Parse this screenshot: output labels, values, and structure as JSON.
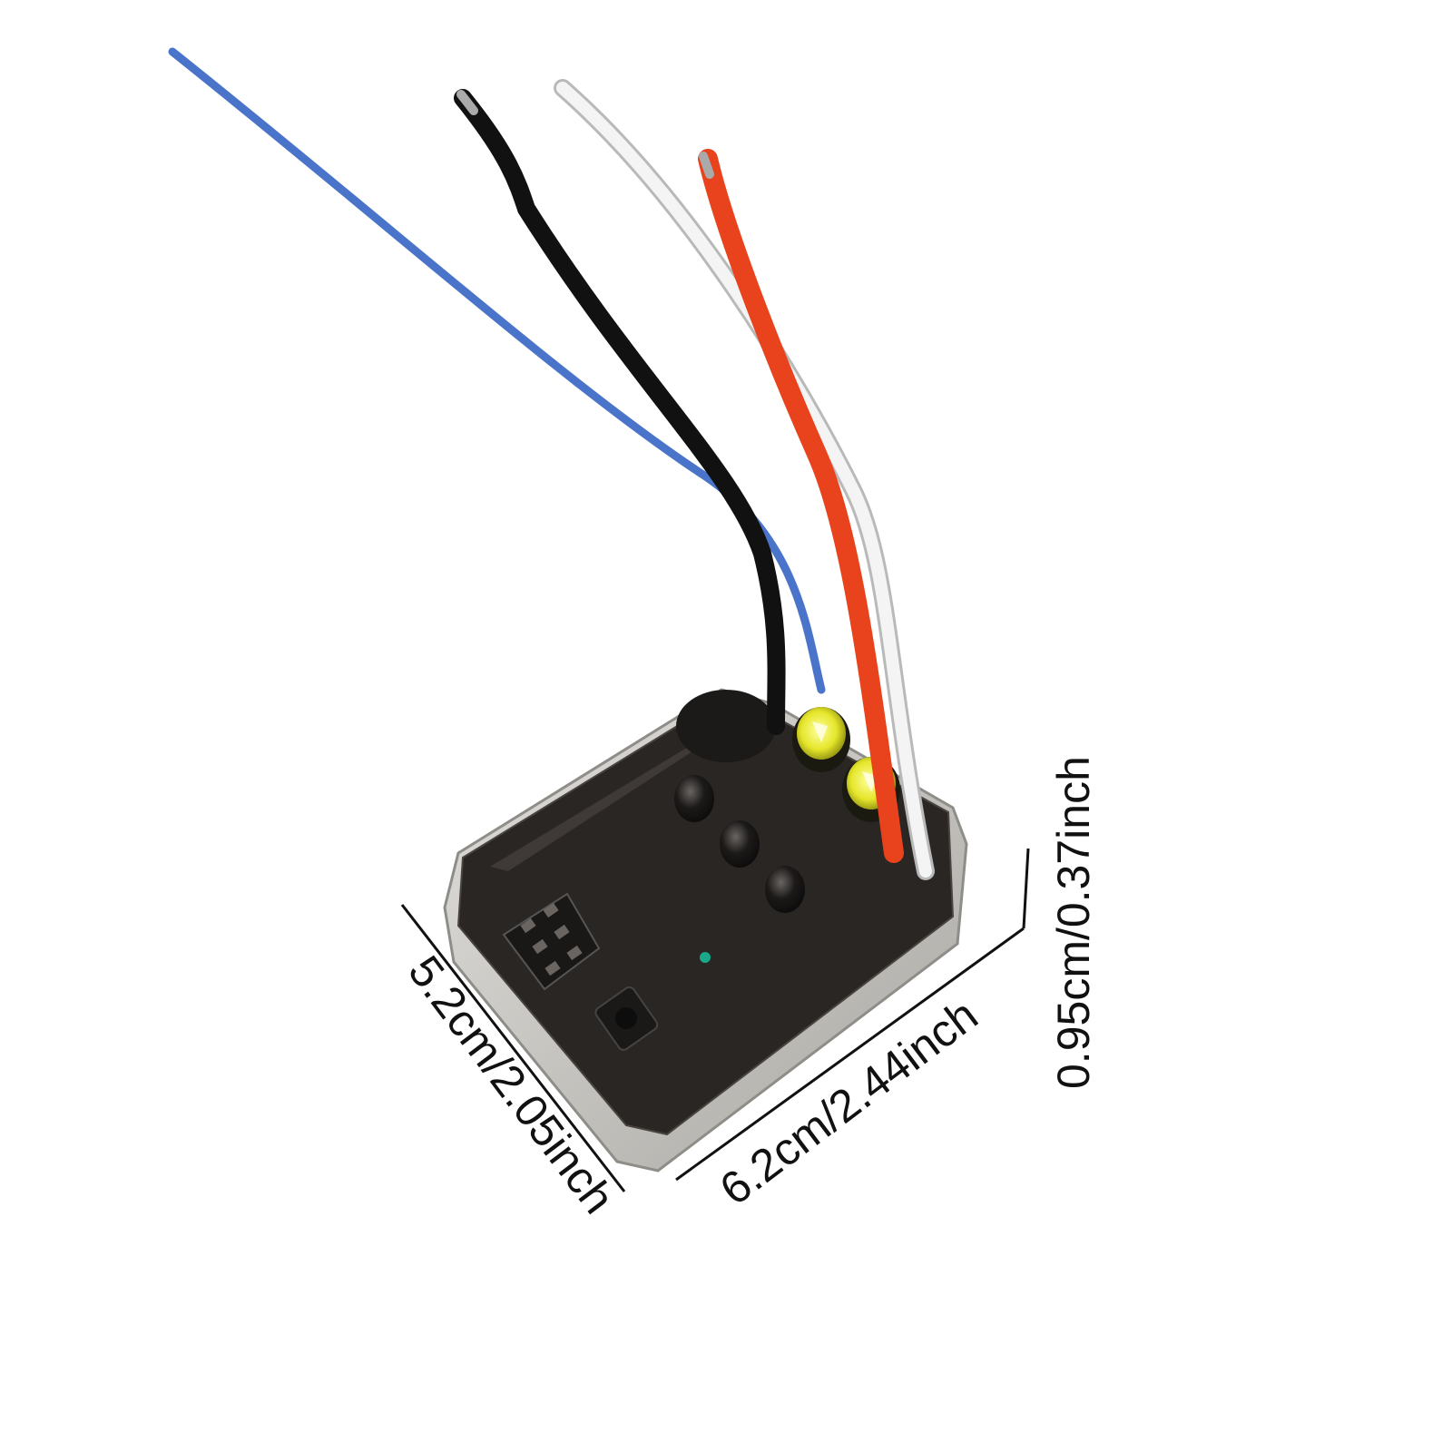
{
  "dimensions": {
    "width_label": "5.2cm/2.05inch",
    "length_label": "6.2cm/2.44inch",
    "height_label": "0.95cm/0.37inch"
  },
  "product": {
    "wire_colors": {
      "blue": "#4a74c9",
      "black": "#111111",
      "white": "#f4f4f4",
      "red": "#e8431c"
    },
    "board_color": "#2a2624",
    "case_color": "#c9c7c2",
    "capacitor_color": "#e5e62a"
  }
}
